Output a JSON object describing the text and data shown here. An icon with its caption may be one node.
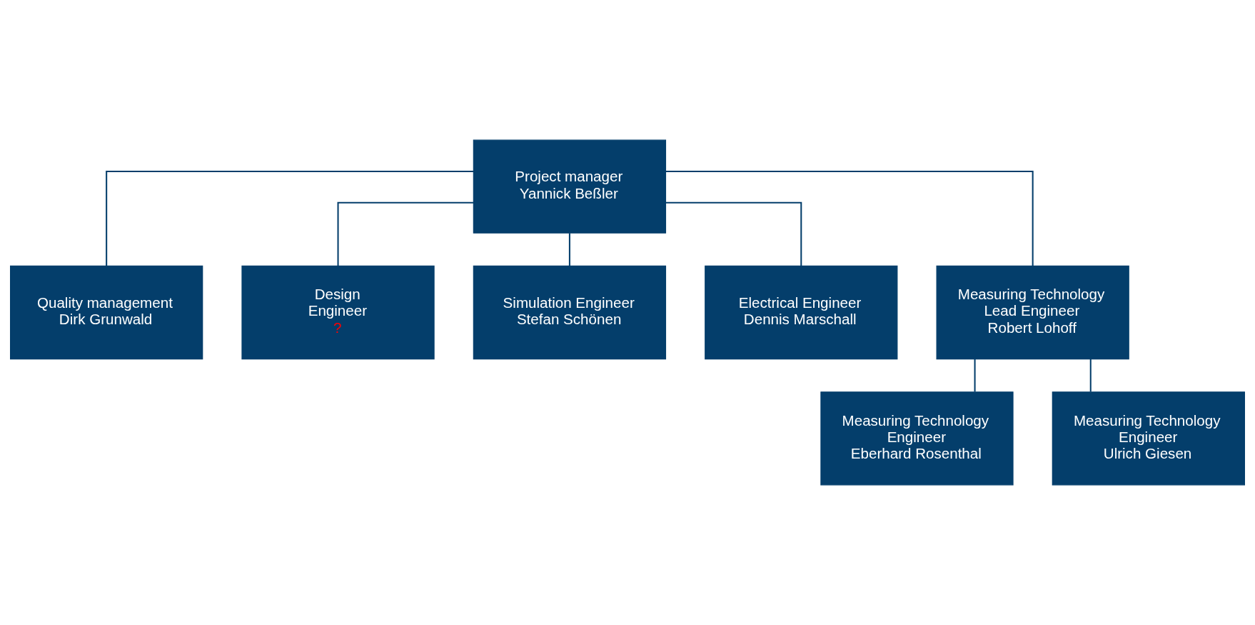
{
  "diagram": {
    "nodes": [
      {
        "text": [
          "Project manager",
          "Yannick Beßler"
        ]
      },
      {
        "text": [
          "Quality management",
          "Dirk Grunwald"
        ]
      },
      {
        "text": [
          "Design Engineer",
          "?"
        ]
      },
      {
        "text": [
          "Simulation Engineer",
          "Stefan Schönen"
        ]
      },
      {
        "text": [
          "Electrical Engineer",
          "Dennis Marschall"
        ]
      },
      {
        "text": [
          "Measuring Technology Lead Engineer",
          "Robert Lohoff"
        ]
      },
      {
        "text": [
          "Measuring Technology Engineer",
          "Eberhard Rosenthal"
        ]
      },
      {
        "text": [
          "Measuring Technology Engineer",
          "Ulrich Giesen"
        ]
      }
    ],
    "edges": [
      {
        "from": 0,
        "to": 1,
        "arrow": "none"
      },
      {
        "from": 0,
        "to": 2,
        "arrow": "none"
      },
      {
        "from": 0,
        "to": 3,
        "arrow": "none"
      },
      {
        "from": 0,
        "to": 4,
        "arrow": "none"
      },
      {
        "from": 0,
        "to": 5,
        "arrow": "none"
      },
      {
        "from": 5,
        "to": 6,
        "arrow": "none"
      },
      {
        "from": 5,
        "to": 7,
        "arrow": "none"
      }
    ]
  }
}
